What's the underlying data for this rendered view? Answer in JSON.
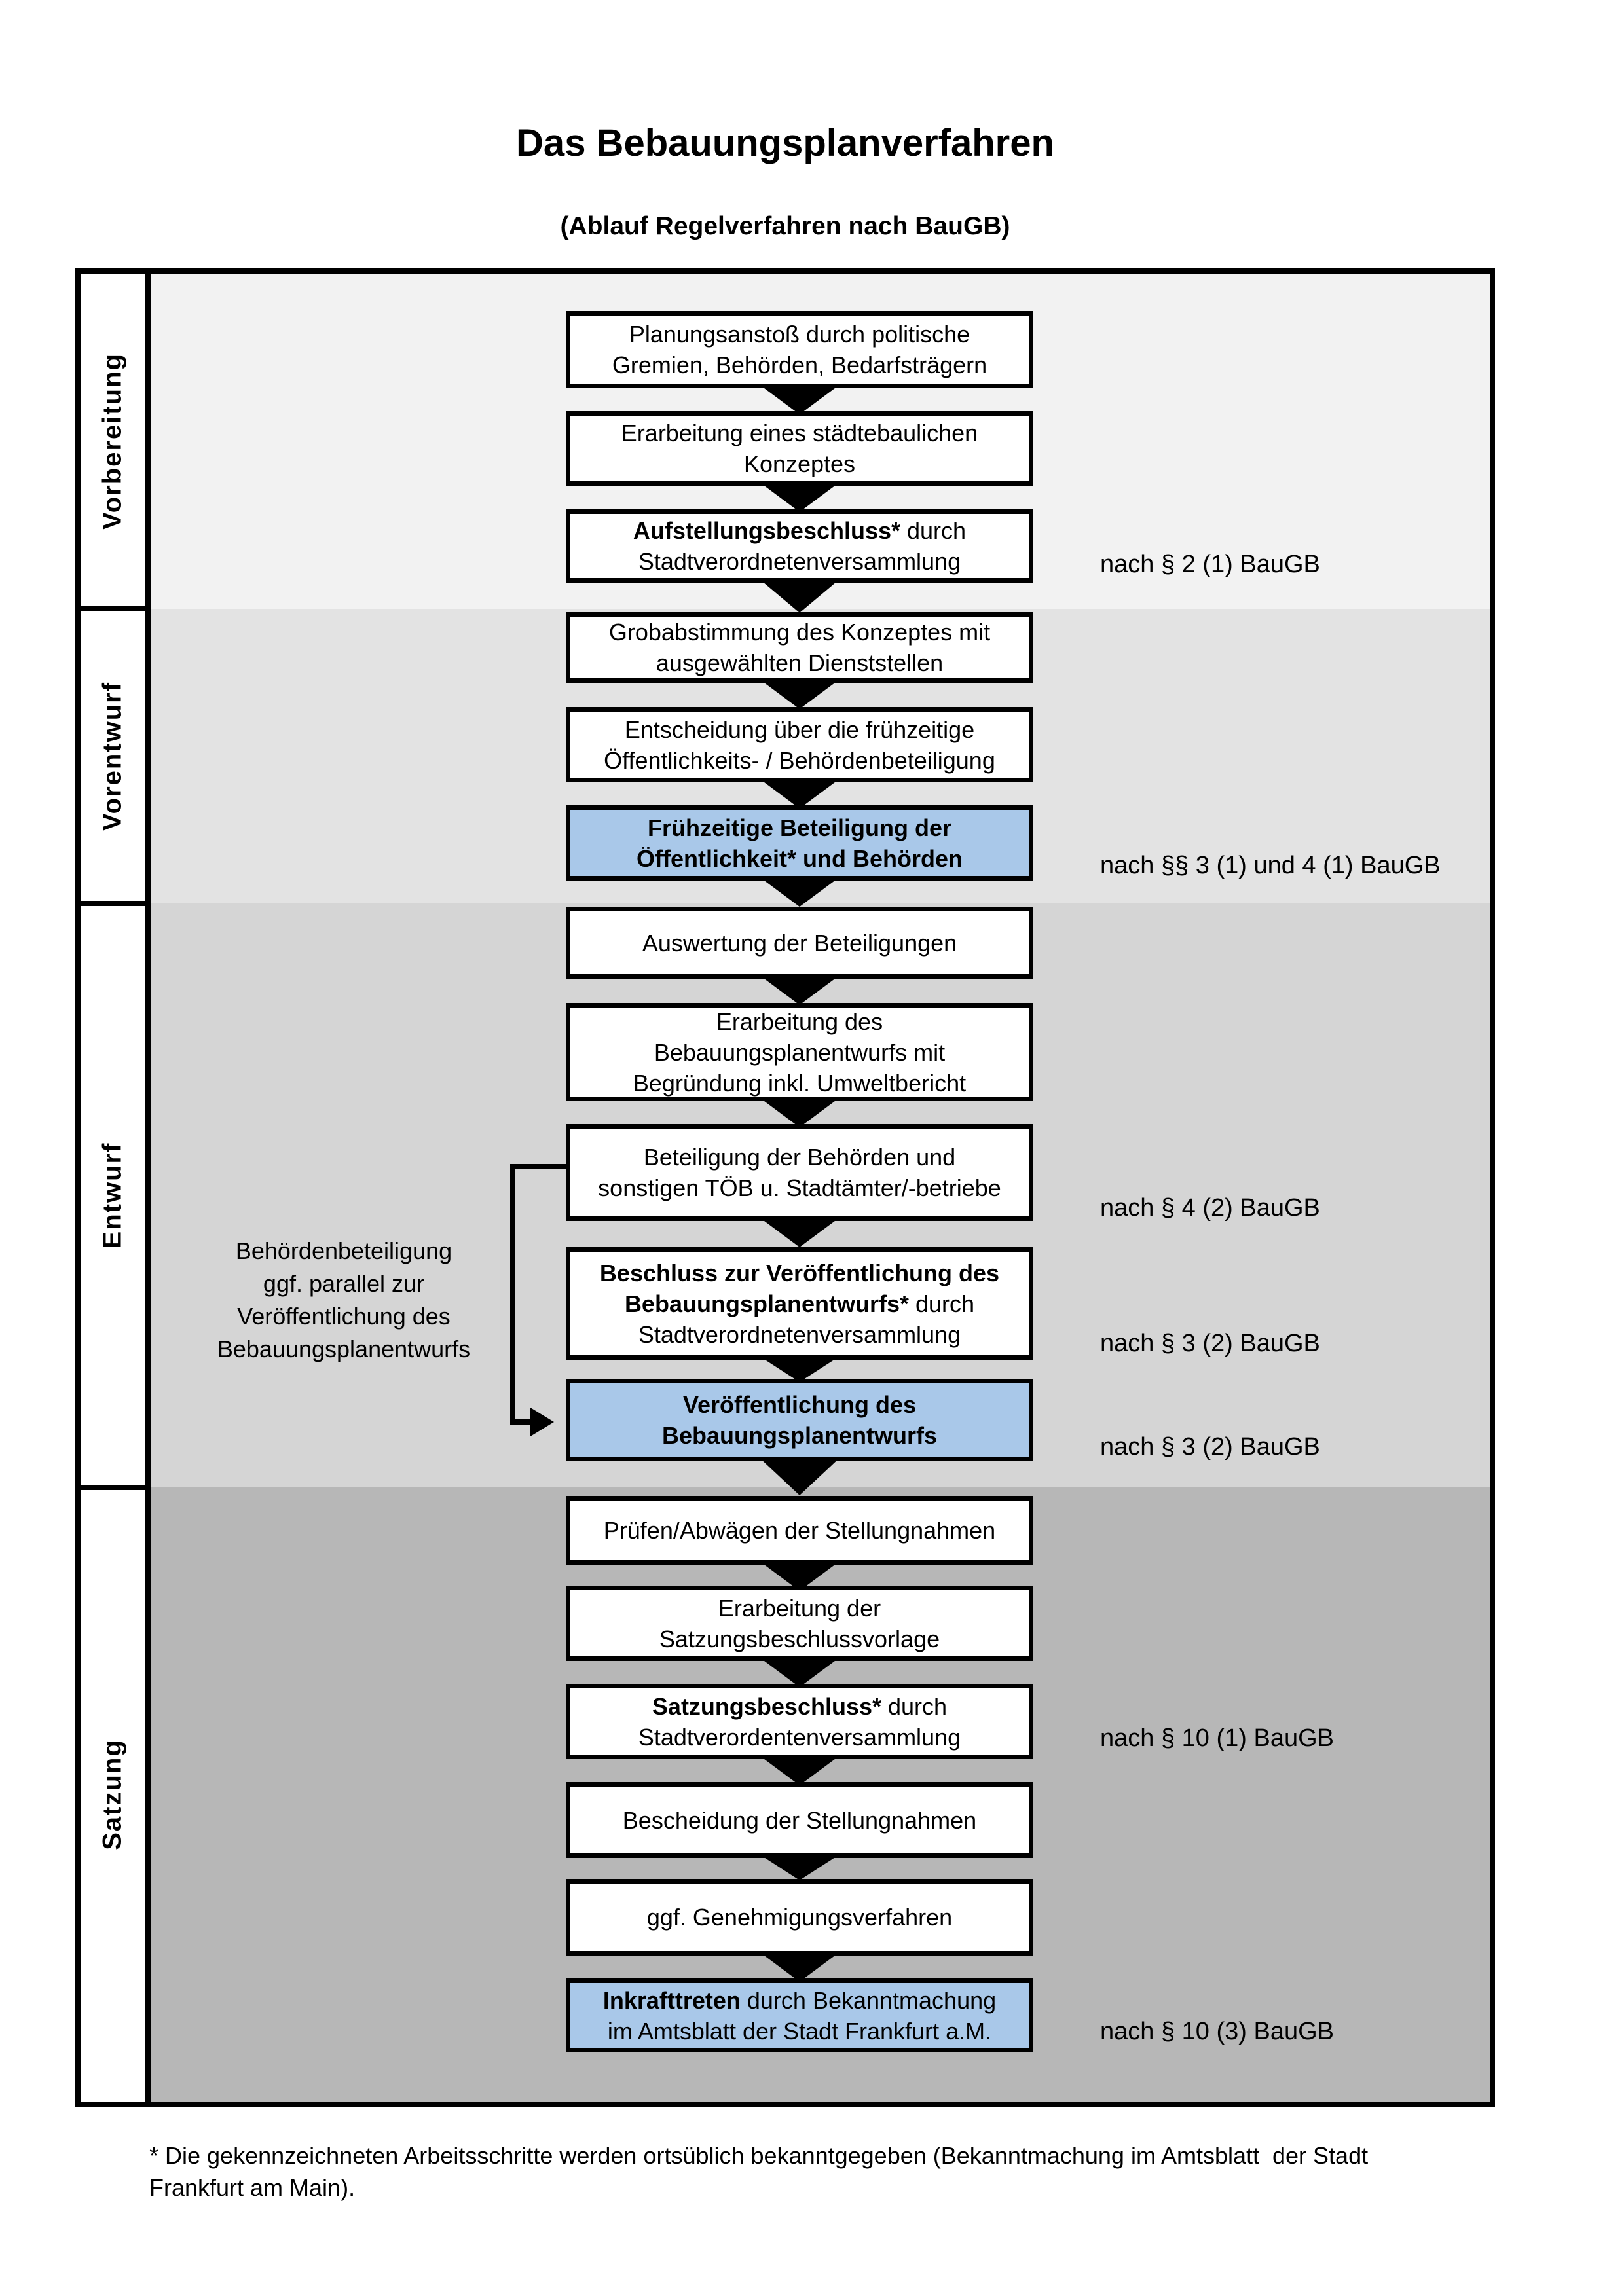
{
  "title": "Das Bebauungsplanverfahren",
  "subtitle": "(Ablauf Regelverfahren nach BauGB)",
  "accent_blue": "#a9c8e9",
  "sections": [
    {
      "label": "Vorbereitung",
      "bg": "#f2f2f2"
    },
    {
      "label": "Vorentwurf",
      "bg": "#e3e3e3"
    },
    {
      "label": "Entwurf",
      "bg": "#d5d5d5"
    },
    {
      "label": "Satzung",
      "bg": "#b7b7b7"
    }
  ],
  "boxes": [
    {
      "lines": [
        [
          {
            "t": "Planungsanstoß durch politische"
          }
        ],
        [
          {
            "t": "Gremien, Behörden, Bedarfsträgern"
          }
        ]
      ]
    },
    {
      "lines": [
        [
          {
            "t": "Erarbeitung eines städtebaulichen"
          }
        ],
        [
          {
            "t": "Konzeptes"
          }
        ]
      ]
    },
    {
      "lines": [
        [
          {
            "t": "Aufstellungsbeschluss*",
            "b": 1
          },
          {
            "t": " durch"
          }
        ],
        [
          {
            "t": "Stadtverordnetenversammlung"
          }
        ]
      ]
    },
    {
      "lines": [
        [
          {
            "t": "Grobabstimmung des Konzeptes mit"
          }
        ],
        [
          {
            "t": "ausgewählten Dienststellen"
          }
        ]
      ]
    },
    {
      "lines": [
        [
          {
            "t": "Entscheidung über die frühzeitige"
          }
        ],
        [
          {
            "t": "Öffentlichkeits- / Behördenbeteiligung"
          }
        ]
      ]
    },
    {
      "blue": 1,
      "lines": [
        [
          {
            "t": "Frühzeitige Beteiligung der",
            "b": 1
          }
        ],
        [
          {
            "t": "Öffentlichkeit* und Behörden",
            "b": 1
          }
        ]
      ]
    },
    {
      "lines": [
        [
          {
            "t": "Auswertung der Beteiligungen"
          }
        ]
      ]
    },
    {
      "lines": [
        [
          {
            "t": "Erarbeitung des"
          }
        ],
        [
          {
            "t": "Bebauungsplanentwurfs mit"
          }
        ],
        [
          {
            "t": "Begründung inkl. Umweltbericht"
          }
        ]
      ]
    },
    {
      "lines": [
        [
          {
            "t": "Beteiligung der Behörden und"
          }
        ],
        [
          {
            "t": "sonstigen TÖB u. Stadtämter/-betriebe"
          }
        ]
      ]
    },
    {
      "lines": [
        [
          {
            "t": "Beschluss zur Veröffentlichung des",
            "b": 1
          }
        ],
        [
          {
            "t": "Bebauungsplanentwurfs*",
            "b": 1
          },
          {
            "t": " durch"
          }
        ],
        [
          {
            "t": "Stadtverordnetenversammlung"
          }
        ]
      ]
    },
    {
      "blue": 1,
      "lines": [
        [
          {
            "t": "Veröffentlichung des",
            "b": 1
          }
        ],
        [
          {
            "t": "Bebauungsplanentwurfs",
            "b": 1
          }
        ]
      ]
    },
    {
      "lines": [
        [
          {
            "t": "Prüfen/Abwägen der Stellungnahmen"
          }
        ]
      ]
    },
    {
      "lines": [
        [
          {
            "t": "Erarbeitung der"
          }
        ],
        [
          {
            "t": "Satzungsbeschlussvorlage"
          }
        ]
      ]
    },
    {
      "lines": [
        [
          {
            "t": "Satzungsbeschluss*",
            "b": 1
          },
          {
            "t": " durch"
          }
        ],
        [
          {
            "t": "Stadtverordentenversammlung"
          }
        ]
      ]
    },
    {
      "lines": [
        [
          {
            "t": "Bescheidung der Stellungnahmen"
          }
        ]
      ]
    },
    {
      "lines": [
        [
          {
            "t": "ggf. Genehmigungsverfahren"
          }
        ]
      ]
    },
    {
      "blue": 1,
      "lines": [
        [
          {
            "t": "Inkrafttreten",
            "b": 1
          },
          {
            "t": " durch Bekanntmachung"
          }
        ],
        [
          {
            "t": "im Amtsblatt der Stadt Frankfurt a.M."
          }
        ]
      ]
    }
  ],
  "refs": [
    {
      "text": "nach § 2 (1) BauGB"
    },
    {
      "text": "nach §§ 3 (1) und 4 (1) BauGB"
    },
    {
      "text": "nach § 4 (2) BauGB"
    },
    {
      "text": "nach § 3 (2) BauGB"
    },
    {
      "text": "nach § 3 (2) BauGB"
    },
    {
      "text": "nach § 10 (1) BauGB"
    },
    {
      "text": "nach § 10 (3) BauGB"
    }
  ],
  "side_note": {
    "lines": [
      "Behördenbeteiligung",
      "ggf. parallel zur",
      "Veröffentlichung des",
      "Bebauungsplanentwurfs"
    ]
  },
  "footnote": {
    "lines": [
      "* Die gekennzeichneten Arbeitsschritte werden ortsüblich bekanntgegeben (Bekanntmachung im Amtsblatt  der Stadt",
      "Frankfurt am Main)."
    ]
  }
}
